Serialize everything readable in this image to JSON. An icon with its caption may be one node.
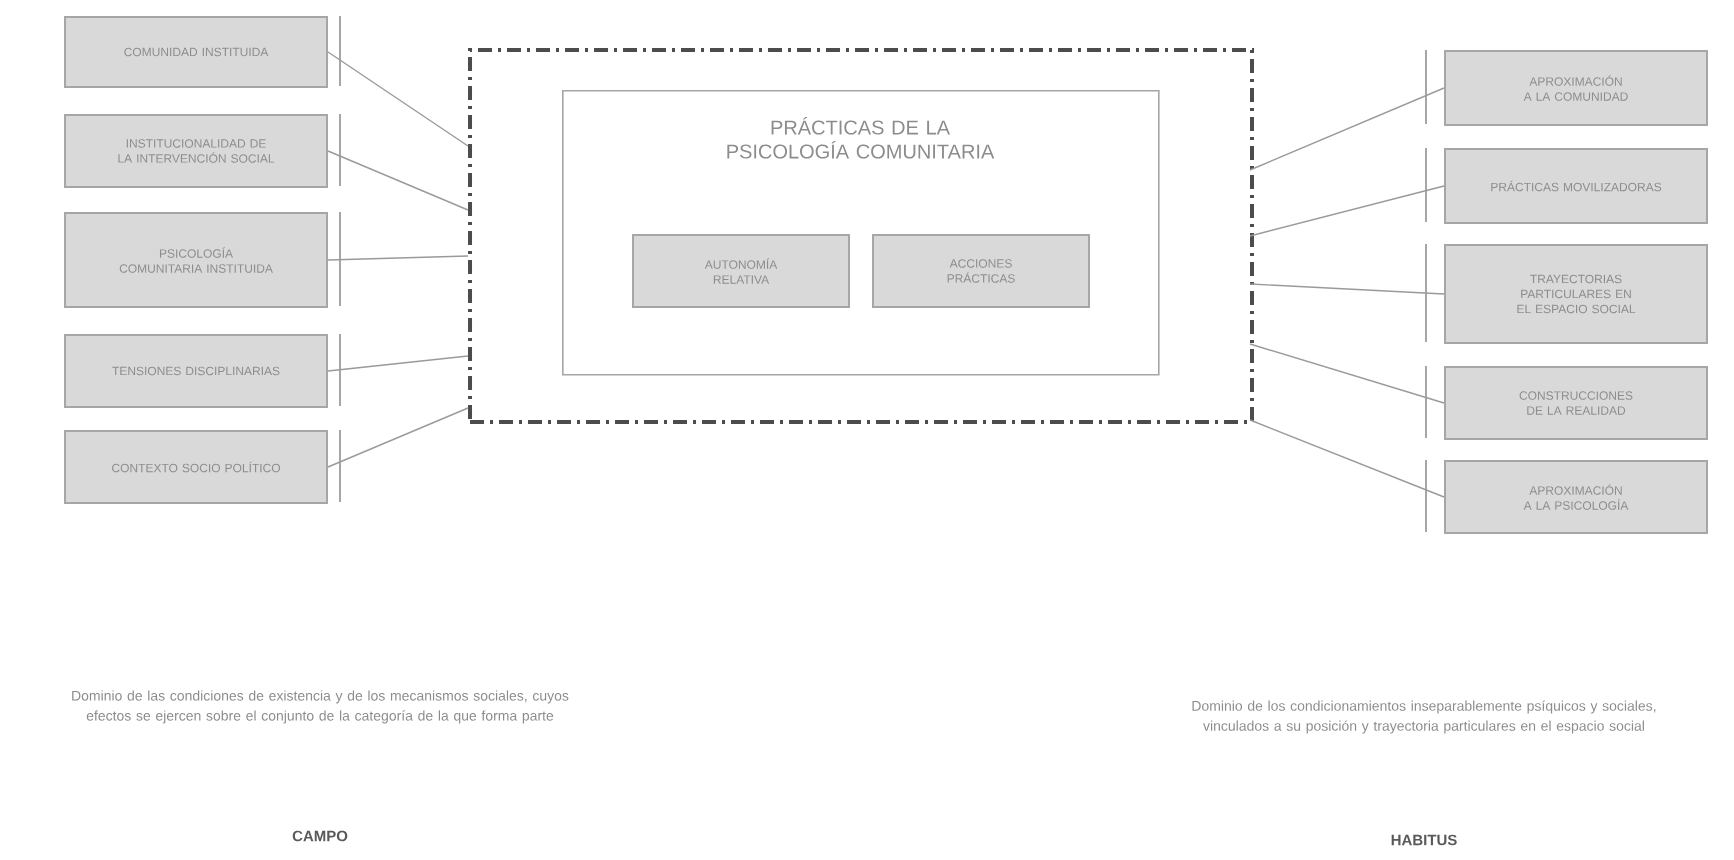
{
  "diagram": {
    "nodes": [
      {
        "text": [
          "COMUNIDAD INSTITUIDA"
        ]
      },
      {
        "text": [
          "INSTITUCIONALIDAD DE LA INTERVENCIÓN SOCIAL"
        ]
      },
      {
        "text": [
          "PSICOLOGÍA COMUNITARIA INSTITUIDA"
        ]
      },
      {
        "text": [
          "TENSIONES DISCIPLINARIAS"
        ]
      },
      {
        "text": [
          "CONTEXTO SOCIO POLÍTICO"
        ]
      },
      {
        "text": [],
        "shape": "box"
      },
      {
        "text": [
          "PRÁCTICAS DE LA PSICOLOGÍA COMUNITARIA"
        ],
        "in": 5
      },
      {
        "text": [
          "AUTONOMÍA RELATIVA"
        ],
        "in": 6
      },
      {
        "text": [
          "ACCIONES PRÁCTICAS"
        ],
        "in": 6
      },
      {
        "text": [
          "APROXIMACIÓN A LA COMUNIDAD"
        ]
      },
      {
        "text": [
          "PRÁCTICAS MOVILIZADORAS"
        ]
      },
      {
        "text": [
          "TRAYECTORIAS PARTICULARES EN EL ESPACIO SOCIAL"
        ]
      },
      {
        "text": [
          "CONSTRUCCIONES DE LA REALIDAD"
        ]
      },
      {
        "text": [
          "APROXIMACIÓN A LA PSICOLOGÍA"
        ]
      }
    ],
    "edges": [
      {
        "from": 0,
        "to": 5,
        "arrow": "none"
      },
      {
        "from": 1,
        "to": 5,
        "arrow": "none"
      },
      {
        "from": 2,
        "to": 5,
        "arrow": "none"
      },
      {
        "from": 3,
        "to": 5,
        "arrow": "none"
      },
      {
        "from": 4,
        "to": 5,
        "arrow": "none"
      },
      {
        "from": 5,
        "to": 9,
        "arrow": "none"
      },
      {
        "from": 5,
        "to": 10,
        "arrow": "none"
      },
      {
        "from": 5,
        "to": 11,
        "arrow": "none"
      },
      {
        "from": 5,
        "to": 12,
        "arrow": "none"
      },
      {
        "from": 5,
        "to": 13,
        "arrow": "none"
      }
    ],
    "labels": [
      "Dominio de las condiciones de existencia y de los mecanismos sociales, cuyos efectos se ejercen sobre el conjunto de la categoría de la que forma parte",
      "Dominio de los condicionamientos inseparablemente psíquicos y sociales, vinculados a su posición y trayectoria particulares en el espacio social",
      "CAMPO",
      "HABITUS"
    ]
  }
}
